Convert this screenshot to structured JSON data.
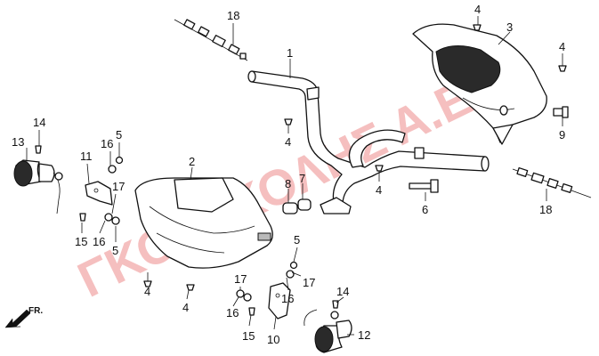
{
  "watermark": "ΓΚΟΥΤΚΟΛΗΣ Α.Ε.",
  "direction": {
    "label": "FR."
  },
  "callouts": [
    {
      "id": "c18a",
      "text": "18"
    },
    {
      "id": "c4a",
      "text": "4"
    },
    {
      "id": "c3",
      "text": "3"
    },
    {
      "id": "c4b",
      "text": "4"
    },
    {
      "id": "c1",
      "text": "1"
    },
    {
      "id": "c9",
      "text": "9"
    },
    {
      "id": "c14a",
      "text": "14"
    },
    {
      "id": "c13",
      "text": "13"
    },
    {
      "id": "c5a",
      "text": "5"
    },
    {
      "id": "c16a",
      "text": "16"
    },
    {
      "id": "c11",
      "text": "11"
    },
    {
      "id": "c2",
      "text": "2"
    },
    {
      "id": "c4c",
      "text": "4"
    },
    {
      "id": "c8",
      "text": "8"
    },
    {
      "id": "c7",
      "text": "7"
    },
    {
      "id": "c4d",
      "text": "4"
    },
    {
      "id": "c6",
      "text": "6"
    },
    {
      "id": "c18b",
      "text": "18"
    },
    {
      "id": "c17a",
      "text": "17"
    },
    {
      "id": "c15a",
      "text": "15"
    },
    {
      "id": "c16b",
      "text": "16"
    },
    {
      "id": "c5b",
      "text": "5"
    },
    {
      "id": "c5c",
      "text": "5"
    },
    {
      "id": "c17b",
      "text": "17"
    },
    {
      "id": "c4e",
      "text": "4"
    },
    {
      "id": "c4f",
      "text": "4"
    },
    {
      "id": "c17c",
      "text": "17"
    },
    {
      "id": "c16c",
      "text": "16"
    },
    {
      "id": "c16d",
      "text": "16"
    },
    {
      "id": "c14b",
      "text": "14"
    },
    {
      "id": "c15b",
      "text": "15"
    },
    {
      "id": "c10",
      "text": "10"
    },
    {
      "id": "c12",
      "text": "12"
    }
  ]
}
